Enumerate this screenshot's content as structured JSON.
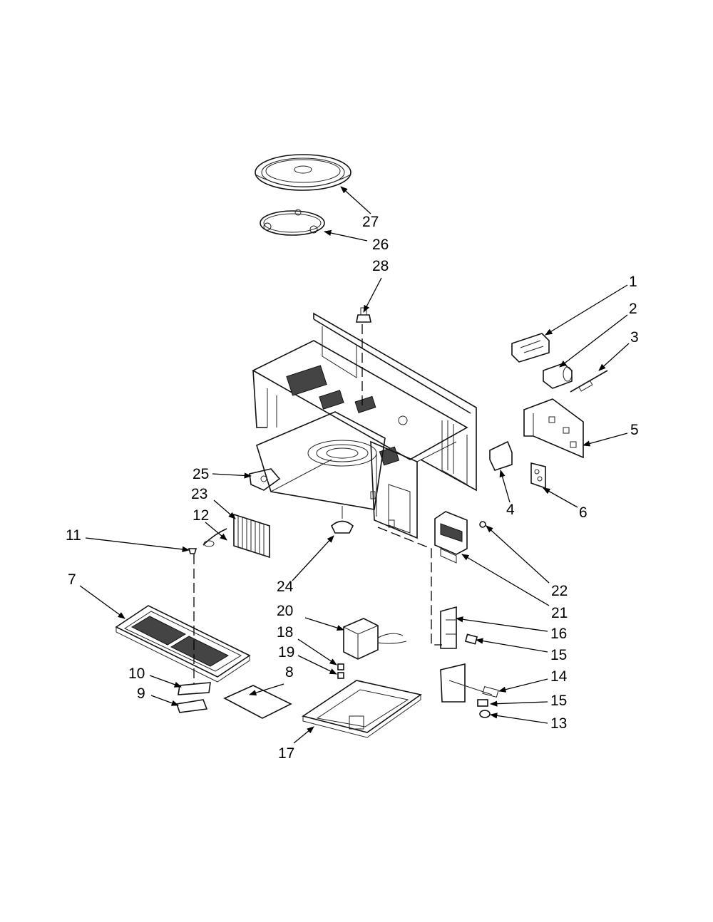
{
  "callouts": [
    {
      "id": "1",
      "text": "1"
    },
    {
      "id": "2",
      "text": "2"
    },
    {
      "id": "3",
      "text": "3"
    },
    {
      "id": "4",
      "text": "4"
    },
    {
      "id": "5",
      "text": "5"
    },
    {
      "id": "6",
      "text": "6"
    },
    {
      "id": "7",
      "text": "7"
    },
    {
      "id": "8",
      "text": "8"
    },
    {
      "id": "9",
      "text": "9"
    },
    {
      "id": "10",
      "text": "10"
    },
    {
      "id": "11",
      "text": "11"
    },
    {
      "id": "12",
      "text": "12"
    },
    {
      "id": "13",
      "text": "13"
    },
    {
      "id": "14",
      "text": "14"
    },
    {
      "id": "15a",
      "text": "15"
    },
    {
      "id": "15b",
      "text": "15"
    },
    {
      "id": "16",
      "text": "16"
    },
    {
      "id": "17",
      "text": "17"
    },
    {
      "id": "18",
      "text": "18"
    },
    {
      "id": "19",
      "text": "19"
    },
    {
      "id": "20",
      "text": "20"
    },
    {
      "id": "21",
      "text": "21"
    },
    {
      "id": "22",
      "text": "22"
    },
    {
      "id": "23",
      "text": "23"
    },
    {
      "id": "24",
      "text": "24"
    },
    {
      "id": "25",
      "text": "25"
    },
    {
      "id": "26",
      "text": "26"
    },
    {
      "id": "27",
      "text": "27"
    },
    {
      "id": "28",
      "text": "28"
    }
  ]
}
